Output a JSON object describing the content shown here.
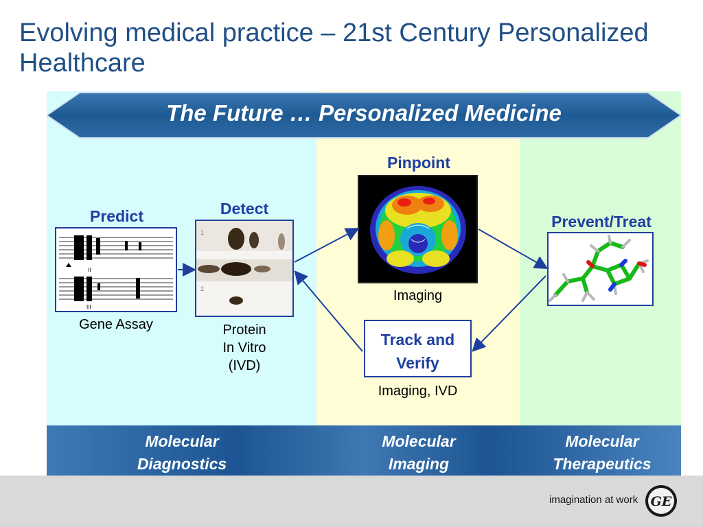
{
  "title": "Evolving medical practice – 21st Century Personalized Healthcare",
  "banner": "The Future … Personalized Medicine",
  "steps": {
    "predict": {
      "label": "Predict",
      "caption": "Gene Assay"
    },
    "detect": {
      "label": "Detect",
      "caption_lines": [
        "Protein",
        "In Vitro",
        "(IVD)"
      ]
    },
    "pinpoint": {
      "label": "Pinpoint",
      "caption": "Imaging"
    },
    "track": {
      "label_lines": [
        "Track and",
        "Verify"
      ],
      "caption": "Imaging, IVD"
    },
    "prevent": {
      "label": "Prevent/Treat"
    }
  },
  "gel_marks": [
    "1",
    "2"
  ],
  "seq_marks": [
    "II",
    "III"
  ],
  "footer": {
    "diagnostics": [
      "Molecular",
      "Diagnostics"
    ],
    "imaging": [
      "Molecular",
      "Imaging"
    ],
    "therapeutics": [
      "Molecular",
      "Therapeutics"
    ]
  },
  "brand": {
    "tagline": "imagination at work",
    "logo_text": "GE"
  },
  "colors": {
    "title": "#1f4f86",
    "label": "#1f3fa0",
    "banner": "#1e5a93",
    "arrow": "#1f3f9f"
  }
}
